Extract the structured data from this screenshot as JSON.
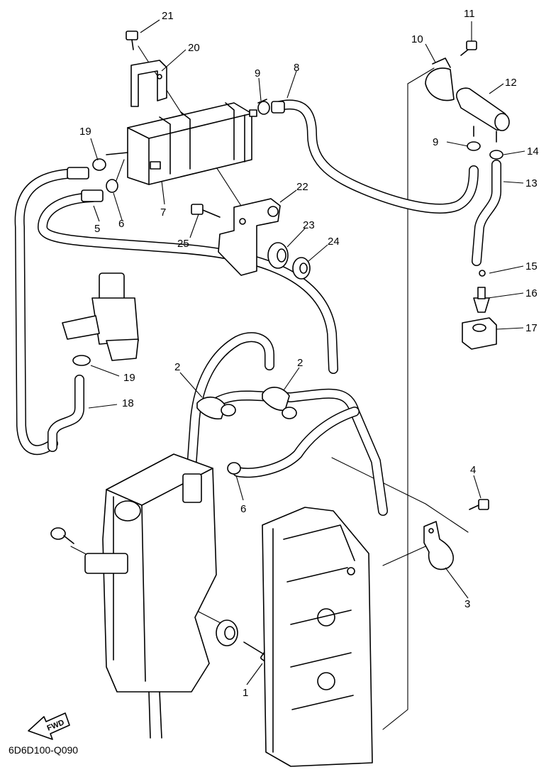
{
  "callouts": {
    "c1": "1",
    "c2a": "2",
    "c2b": "2",
    "c3": "3",
    "c4": "4",
    "c5": "5",
    "c6a": "6",
    "c6b": "6",
    "c7": "7",
    "c8": "8",
    "c9a": "9",
    "c9b": "9",
    "c10": "10",
    "c11": "11",
    "c12": "12",
    "c13": "13",
    "c14": "14",
    "c15": "15",
    "c16": "16",
    "c17": "17",
    "c18": "18",
    "c19a": "19",
    "c19b": "19",
    "c20": "20",
    "c21": "21",
    "c22": "22",
    "c23": "23",
    "c24": "24",
    "c25": "25"
  },
  "direction_label": "FWD",
  "diagram_code": "6D6D100-Q090"
}
